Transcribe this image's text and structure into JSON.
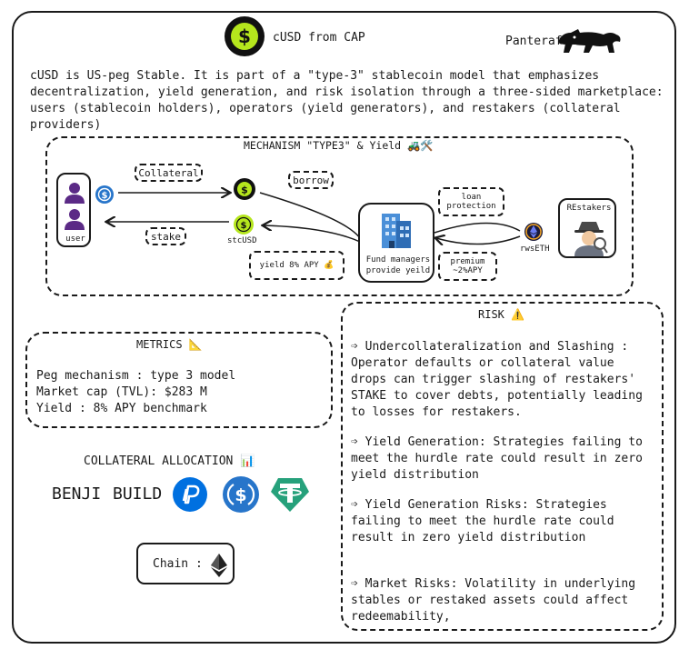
{
  "header": {
    "title": "cUSD from CAP",
    "author": "Panterafii",
    "logo_icon": "dollar-coin-icon",
    "brand_colors": {
      "coin_green": "#b5e61d",
      "coin_dark": "#111111",
      "usdc_blue": "#2775ca",
      "tether_green": "#26a17b",
      "paypal_blue": "#0070e0"
    }
  },
  "intro": {
    "text": "cUSD is US-peg Stable. It is part of a \"type-3\" stablecoin model that emphasizes decentralization, yield generation, and risk isolation through a three-sided marketplace: users (stablecoin holders), operators (yield generators), and restakers (collateral providers)"
  },
  "mechanism": {
    "title": "MECHANISM \"TYPE3\" & Yield 🚜🛠️",
    "user_label": "user",
    "collateral_label": "Collateral",
    "stake_label": "stake",
    "borrow_label": "borrow",
    "stcusd_label": "stcUSD",
    "yield_label": "yield 8% APY 💰",
    "fund_managers_label_1": "Fund managers",
    "fund_managers_label_2": "provide yeild",
    "loan_protection_1": "loan",
    "loan_protection_2": "protection",
    "premium_1": "premium",
    "premium_2": "~2%APY",
    "rwseth_label": "rwsETH",
    "restakers_label": "REstakers"
  },
  "metrics": {
    "title": "METRICS 📐",
    "peg": "Peg mechanism : type 3 model",
    "market_cap": "Market cap (TVL): $283 M",
    "yield": "Yield : 8% APY benchmark"
  },
  "collateral": {
    "title": "COLLATERAL ALLOCATION 📊",
    "benji": "BENJI",
    "build": "BUILD"
  },
  "chain": {
    "label": "Chain :"
  },
  "risk": {
    "title": "RISK ⚠️",
    "items": [
      "➩ Undercollateralization and Slashing : Operator defaults or collateral value drops can trigger slashing of restakers' STAKE to cover debts, potentially leading to losses for restakers.",
      "➩ Yield Generation: Strategies failing to meet the hurdle rate could result in zero yield distribution",
      "➩ Yield Generation Risks: Strategies failing to meet the hurdle rate could result in zero yield distribution",
      "➩ Market Risks: Volatility in underlying stables or restaked assets could affect redeemability,"
    ]
  }
}
